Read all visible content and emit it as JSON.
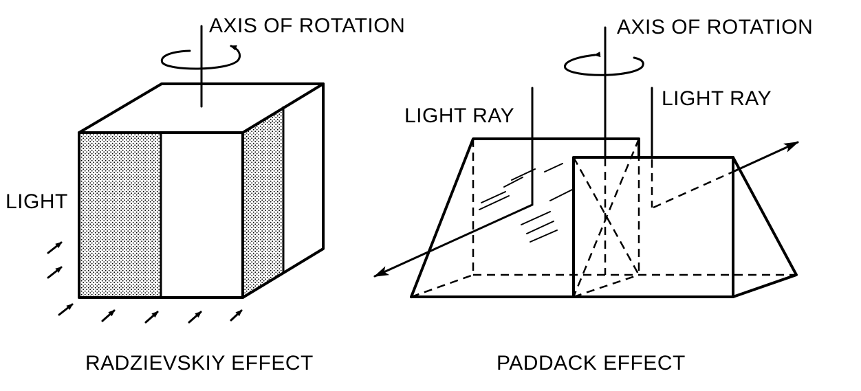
{
  "labels": {
    "axis_left": "AXIS OF ROTATION",
    "axis_right": "AXIS OF ROTATION",
    "light": "LIGHT",
    "light_ray_left": "LIGHT RAY",
    "light_ray_right": "LIGHT RAY",
    "caption_left": "RADZIEVSKIY EFFECT",
    "caption_right": "PADDACK EFFECT"
  },
  "colors": {
    "ink": "#000000",
    "background": "#ffffff"
  }
}
